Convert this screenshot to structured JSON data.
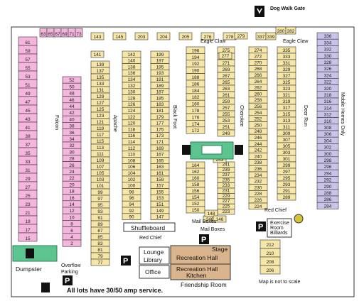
{
  "map": {
    "gate_label": "Dog Walk Gate",
    "streets": {
      "eagle_claw_top": "Eagle Claw",
      "eagle_claw_right": "Eagle Claw",
      "red_chief_bottom": "Red Chief",
      "red_chief_right": "Red Chief",
      "falcon": "Falcon",
      "apache": "Apache",
      "black_foot": "Black Foot",
      "cherokee": "Cherokee",
      "deer_run": "Deer Run",
      "mobile_homes": "Mobile Homes Only"
    },
    "buildings": {
      "shuffleboard": "Shuffleboard",
      "lounge": "Lounge",
      "library": "Library",
      "office": "Office",
      "stage": "Stage",
      "rec_hall_top": "Recreation Hall",
      "rec_hall_kitchen_1": "Recreation Hall",
      "rec_hall_kitchen_2": "Kitchen",
      "friendship_room": "Friendship Room",
      "exercise_1": "Exercise",
      "exercise_2": "Room",
      "exercise_3": "Billiards",
      "mail_boxes_1": "Mail Boxes",
      "mail_boxes_2": "Mail Boxes",
      "dumpster": "Dumpster",
      "overflow_1": "Overflow",
      "overflow_2": "Parking"
    },
    "parking_letter": "P",
    "footnote": "All lots have 30/50 amp service.",
    "scale_note": "Map is not to scale",
    "colors": {
      "lot_yellow": "#f6e6a8",
      "lot_pink": "#f4b6dc",
      "lot_lavender": "#c9c3ea",
      "building_tan": "#d9b48c",
      "pool_green": "#5cc58f",
      "outline": "#333333"
    },
    "lots": {
      "pink_left": [
        "61",
        "59",
        "57",
        "55",
        "53",
        "51",
        "49",
        "47",
        "45",
        "43",
        "41",
        "39",
        "37",
        "35",
        "33",
        "31",
        "29",
        "27",
        "25",
        "23",
        "21",
        "19",
        "17",
        "15"
      ],
      "pink_top": [
        "63",
        "65",
        "67",
        "69",
        "71",
        "73"
      ],
      "pink_inner": [
        "52",
        "50",
        "48",
        "46",
        "44",
        "42",
        "40",
        "38",
        "36",
        "34",
        "32",
        "30",
        "28",
        "26",
        "24",
        "22",
        "20",
        "18",
        "16",
        "14",
        "12",
        "10",
        "8",
        "6",
        "4",
        "2"
      ],
      "col_a": [
        "139",
        "137",
        "135",
        "133",
        "131",
        "129",
        "127",
        "125",
        "123",
        "121",
        "119",
        "117",
        "115",
        "113",
        "111",
        "109",
        "107",
        "105",
        "103",
        "101",
        "99",
        "97",
        "95",
        "93",
        "91",
        "89",
        "87",
        "85",
        "83",
        "81",
        "79",
        "77"
      ],
      "col_b": [
        "142",
        "140",
        "138",
        "136",
        "134",
        "132",
        "130",
        "128",
        "126",
        "124",
        "122",
        "120",
        "118",
        "116",
        "114",
        "112",
        "110",
        "108",
        "106",
        "104",
        "102",
        "100",
        "98",
        "96",
        "94",
        "92",
        "90"
      ],
      "col_c": [
        "199",
        "197",
        "195",
        "193",
        "191",
        "189",
        "187",
        "185",
        "183",
        "181",
        "179",
        "177",
        "175",
        "173",
        "171",
        "169",
        "167",
        "165",
        "163",
        "161",
        "159",
        "157",
        "155",
        "153",
        "151",
        "149",
        "147"
      ],
      "col_d_top": [
        "196",
        "194",
        "192",
        "190",
        "188",
        "186",
        "184",
        "182",
        "180",
        "178",
        "176",
        "174",
        "172"
      ],
      "col_e_top": [
        "275",
        "273",
        "271",
        "269",
        "267",
        "265",
        "263",
        "261",
        "259",
        "257",
        "255",
        "253",
        "251",
        "249"
      ],
      "col_d_bottom": [
        "164",
        "162",
        "160",
        "158",
        "156",
        "154",
        "152",
        "150"
      ],
      "col_e_bottom": [
        "241",
        "239",
        "237",
        "235",
        "233",
        "231",
        "229",
        "227",
        "225",
        "223"
      ],
      "col_f": [
        "274",
        "272",
        "270",
        "268",
        "266",
        "264",
        "262",
        "260",
        "258",
        "256",
        "254",
        "252",
        "250",
        "248",
        "246",
        "244",
        "242",
        "240",
        "238",
        "236",
        "234",
        "232",
        "230",
        "228",
        "226",
        "224"
      ],
      "col_g": [
        "335",
        "333",
        "331",
        "329",
        "327",
        "325",
        "323",
        "321",
        "319",
        "317",
        "315",
        "313",
        "311",
        "309",
        "307",
        "305",
        "303",
        "301",
        "299",
        "297",
        "295",
        "293",
        "291",
        "289"
      ],
      "lavender": [
        "336",
        "334",
        "332",
        "330",
        "328",
        "326",
        "324",
        "322",
        "320",
        "318",
        "316",
        "314",
        "312",
        "310",
        "308",
        "306",
        "304",
        "302",
        "300",
        "298",
        "296",
        "294",
        "292",
        "290",
        "288",
        "286",
        "284"
      ],
      "top_row": [
        "143",
        "145",
        "203",
        "204",
        "205",
        "276",
        "278"
      ],
      "top_right": [
        "337",
        "339",
        "280",
        "282"
      ],
      "misc": [
        "141",
        "277",
        "279",
        "243",
        "246",
        "148",
        "146"
      ],
      "bottom_right": [
        "212",
        "210",
        "208",
        "206"
      ]
    }
  }
}
